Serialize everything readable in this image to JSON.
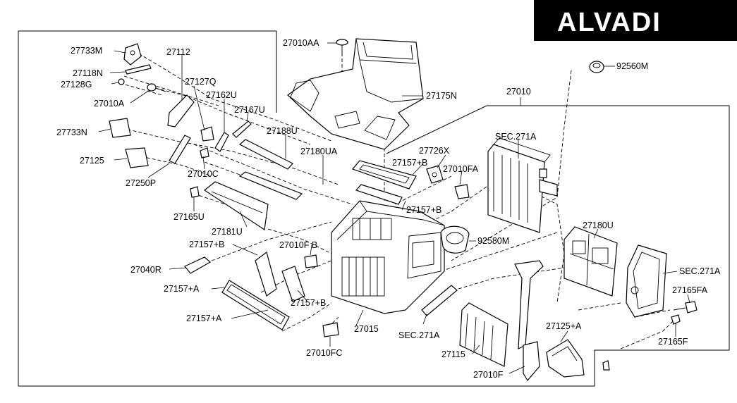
{
  "logo": {
    "text": "ALVADI"
  },
  "callouts": {
    "c27733M": "27733M",
    "c27112": "27112",
    "c27118N": "27118N",
    "c27128G": "27128G",
    "c27127Q": "27127Q",
    "c27162U": "27162U",
    "c27010A": "27010A",
    "c27167U": "27167U",
    "c27733N": "27733N",
    "c27188U": "27188U",
    "c27125": "27125",
    "c27180UA": "27180UA",
    "c27250P": "27250P",
    "c27010C": "27010C",
    "c27165U": "27165U",
    "c27181U": "27181U",
    "c27157B_1": "27157+B",
    "c27010FB": "27010F B",
    "c27040R": "27040R",
    "c27157A_1": "27157+A",
    "c27157A_2": "27157+A",
    "c27157B_2": "27157+B",
    "c27015": "27015",
    "c27010FC": "27010FC",
    "c27010AA": "27010AA",
    "c27175N": "27175N",
    "c27010": "27010",
    "c92560M": "92560M",
    "cSEC271A_1": "SEC.271A",
    "c27726X": "27726X",
    "c27157B_3": "27157+B",
    "c27010FA": "27010FA",
    "c27157B_4": "27157+B",
    "c92580M": "92580M",
    "c27180U": "27180U",
    "cSEC271A_2": "SEC.271A",
    "c27165FA": "27165FA",
    "c27165F": "27165F",
    "cSEC271A_3": "SEC.271A",
    "c27115": "27115",
    "c27125A": "27125+A",
    "c27010F": "27010F"
  }
}
